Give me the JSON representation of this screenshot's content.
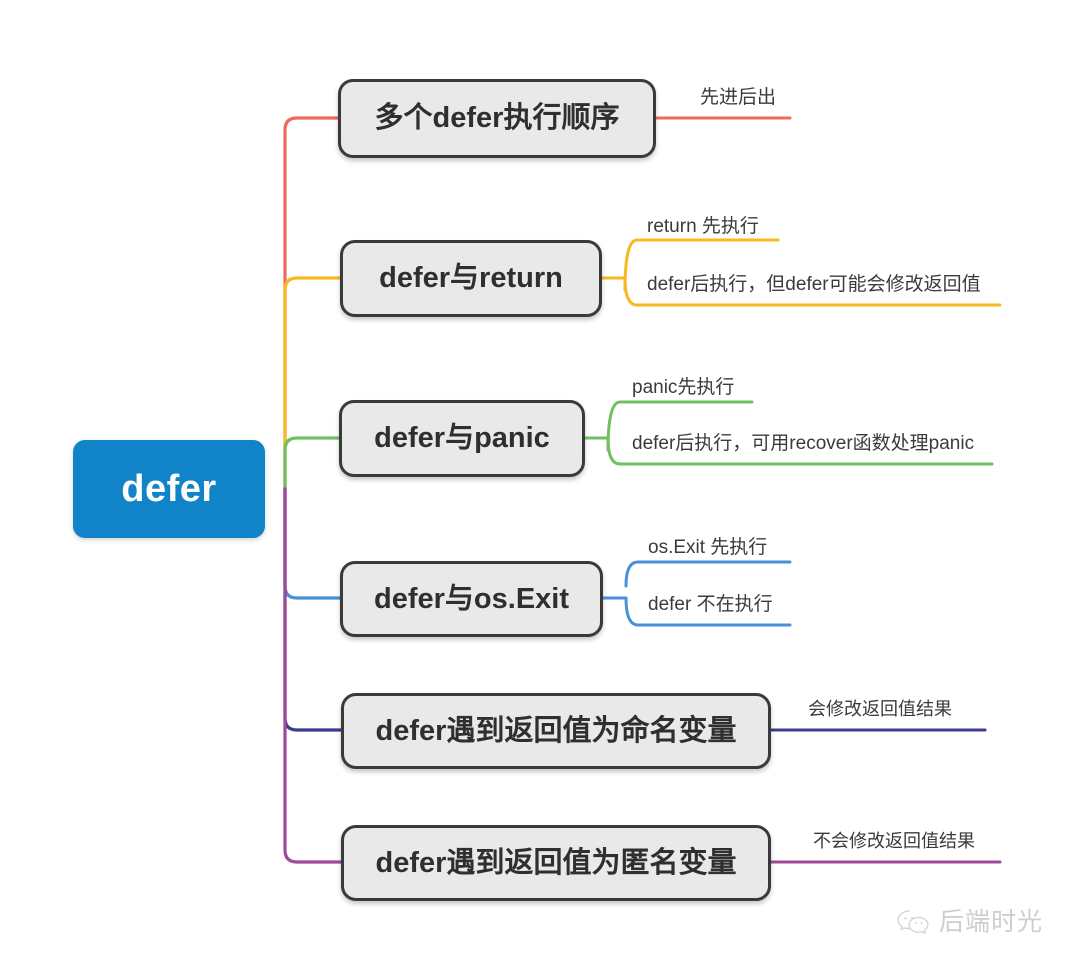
{
  "diagram": {
    "type": "mind-map",
    "title": "defer",
    "background": "#ffffff",
    "root": {
      "label": "defer",
      "color": "#1183c8",
      "text_color": "#ffffff"
    },
    "node_style": {
      "fill": "#e9e9e9",
      "border": "#3a3a3c",
      "text_color": "#2f2f31"
    },
    "branches": [
      {
        "label": "多个defer执行顺序",
        "color": "#ee6b58",
        "leaves": [
          {
            "label": "先进后出"
          }
        ]
      },
      {
        "label": "defer与return",
        "color": "#f5b921",
        "leaves": [
          {
            "label": "return 先执行"
          },
          {
            "label": "defer后执行，但defer可能会修改返回值"
          }
        ]
      },
      {
        "label": "defer与panic",
        "color": "#6fc060",
        "leaves": [
          {
            "label": "panic先执行"
          },
          {
            "label": "defer后执行，可用recover函数处理panic"
          }
        ]
      },
      {
        "label": "defer与os.Exit",
        "color": "#4a90d9",
        "leaves": [
          {
            "label": "os.Exit 先执行"
          },
          {
            "label": "defer 不在执行"
          }
        ]
      },
      {
        "label": "defer遇到返回值为命名变量",
        "color": "#3b3b8f",
        "leaves": [
          {
            "label": "会修改返回值结果"
          }
        ]
      },
      {
        "label": "defer遇到返回值为匿名变量",
        "color": "#a0489a",
        "leaves": [
          {
            "label": "不会修改返回值结果"
          }
        ]
      }
    ]
  },
  "watermark": {
    "label": "后端时光",
    "icon": "wechat-icon",
    "color": "#c9c9cf"
  }
}
